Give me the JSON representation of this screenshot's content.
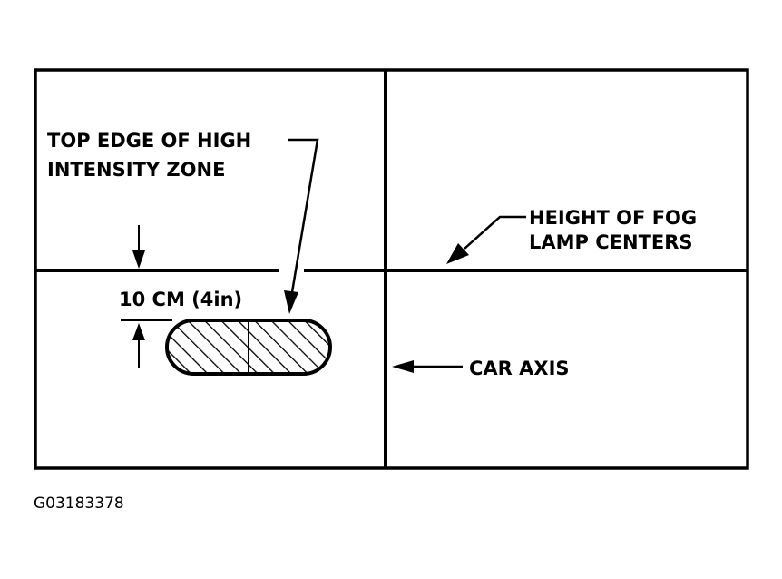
{
  "labels": {
    "top_edge_line1": "TOP EDGE OF HIGH",
    "top_edge_line2": "INTENSITY ZONE",
    "fog_height_line1": "HEIGHT OF FOG",
    "fog_height_line2": "LAMP CENTERS",
    "distance": "10 CM (4in)",
    "car_axis": "CAR AXIS"
  },
  "figure_id": "G03183378",
  "colors": {
    "ink": "#000000",
    "background": "#ffffff"
  }
}
